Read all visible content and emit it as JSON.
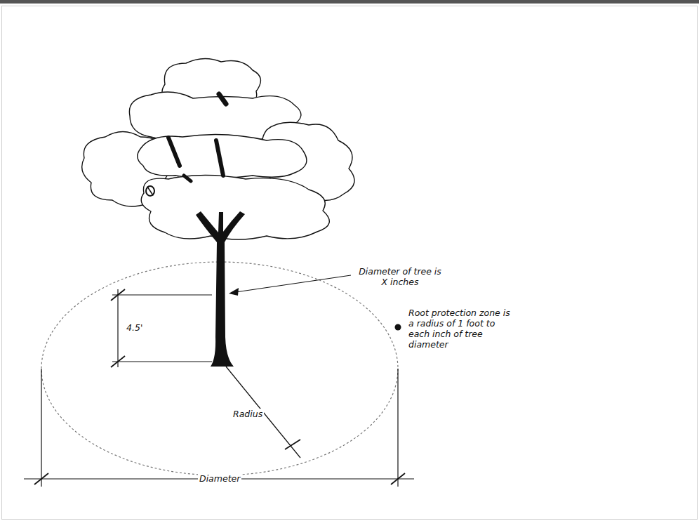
{
  "diagram": {
    "labels": [
      "Diameter of tree is X inches",
      "4.5'",
      "Root protection zone is a radius of 1 foot to each inch of tree diameter",
      "Radius",
      "Diameter"
    ]
  }
}
